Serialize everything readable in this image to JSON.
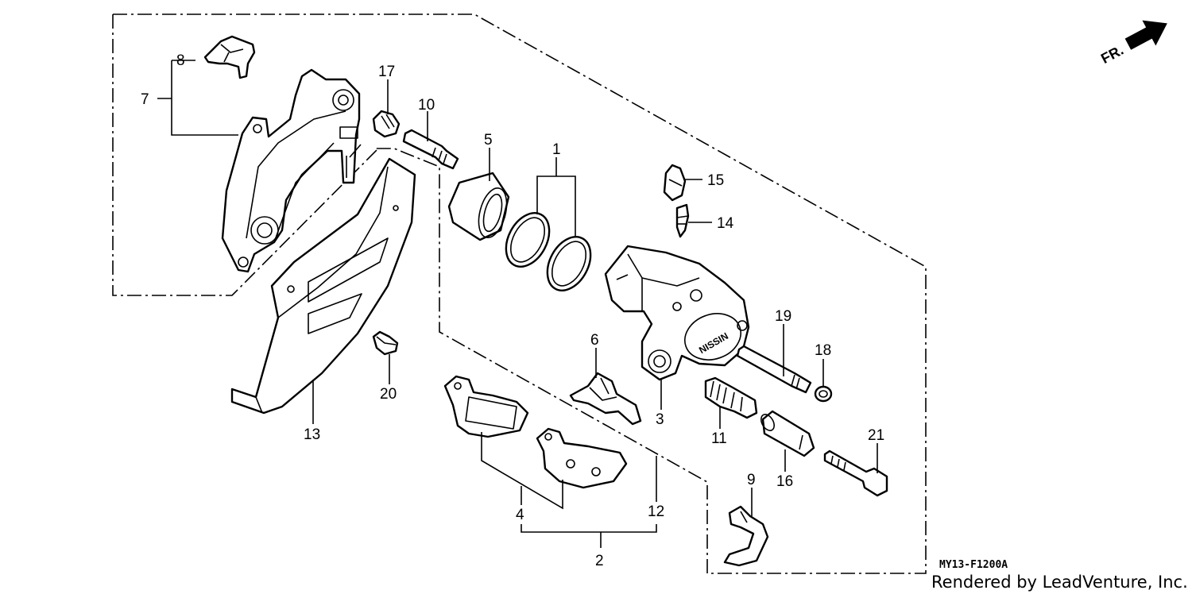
{
  "diagram": {
    "drawing_code": "MY13-F1200A",
    "credit": "Rendered by LeadVenture, Inc.",
    "direction_label": "FR.",
    "callouts": [
      "1",
      "2",
      "3",
      "4",
      "5",
      "6",
      "7",
      "8",
      "9",
      "10",
      "11",
      "12",
      "13",
      "14",
      "15",
      "16",
      "17",
      "18",
      "19",
      "20",
      "21"
    ]
  }
}
